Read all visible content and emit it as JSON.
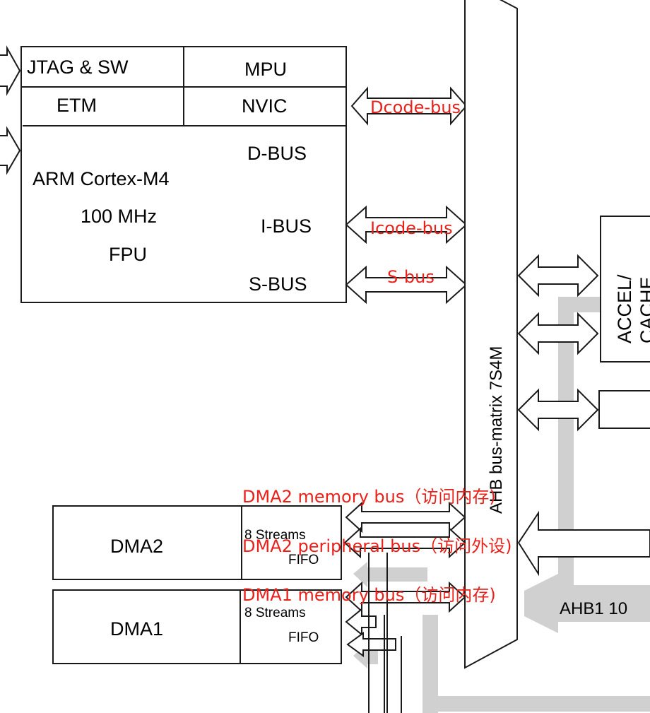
{
  "core": {
    "jtag": "JTAG & SW",
    "mpu": "MPU",
    "etm": "ETM",
    "nvic": "NVIC",
    "dbus": "D-BUS",
    "name": "ARM Cortex-M4",
    "freq": "100 MHz",
    "fpu": "FPU",
    "ibus": "I-BUS",
    "sbus": "S-BUS"
  },
  "matrix": {
    "label": "AHB bus-matrix 7S4M"
  },
  "accel": {
    "label": "ACCEL/\nCACHE"
  },
  "dma2": {
    "label": "DMA2",
    "streams": "8 Streams",
    "fifo": "FIFO"
  },
  "dma1": {
    "label": "DMA1",
    "streams": "8 Streams",
    "fifo": "FIFO"
  },
  "ahb1": {
    "label": "AHB1 10"
  },
  "annotations": {
    "dcode": "Dcode-bus",
    "icode": "Icode-bus",
    "sbus": "S-bus",
    "dma2_mem": "DMA2 memory bus（访问内存)",
    "dma2_per": "DMA2 peripheral bus（访问外设)",
    "dma1_mem": "DMA1 memory bus（访问内存)"
  },
  "colors": {
    "annotation": "#e8211a",
    "bus_grey": "#d0d0d0",
    "line": "#1a1a1a"
  }
}
